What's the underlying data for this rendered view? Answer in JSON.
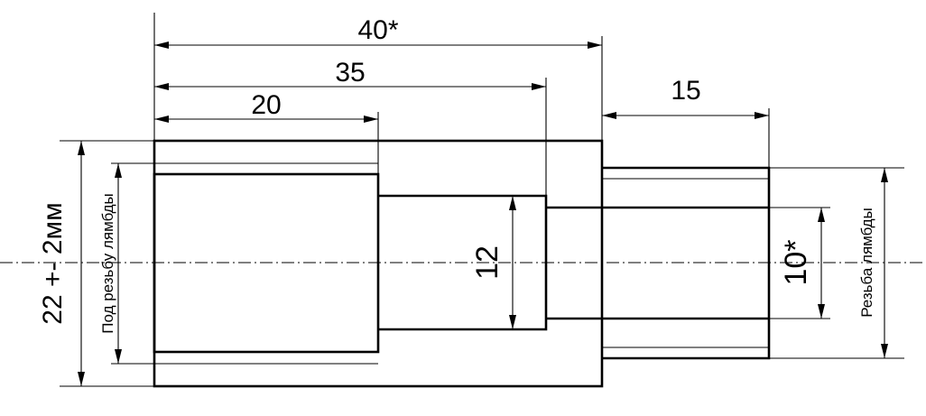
{
  "dimensions": {
    "overall_length": "40*",
    "step_35": "35",
    "thread_length_20": "20",
    "spigot_length": "15",
    "outer_diameter": "22 +- 2мм",
    "bore_12": "12",
    "bore_10": "10*"
  },
  "notes": {
    "lambda_thread_under": "Под резьбу лямбды",
    "lambda_thread": "Резьба лямбды"
  }
}
